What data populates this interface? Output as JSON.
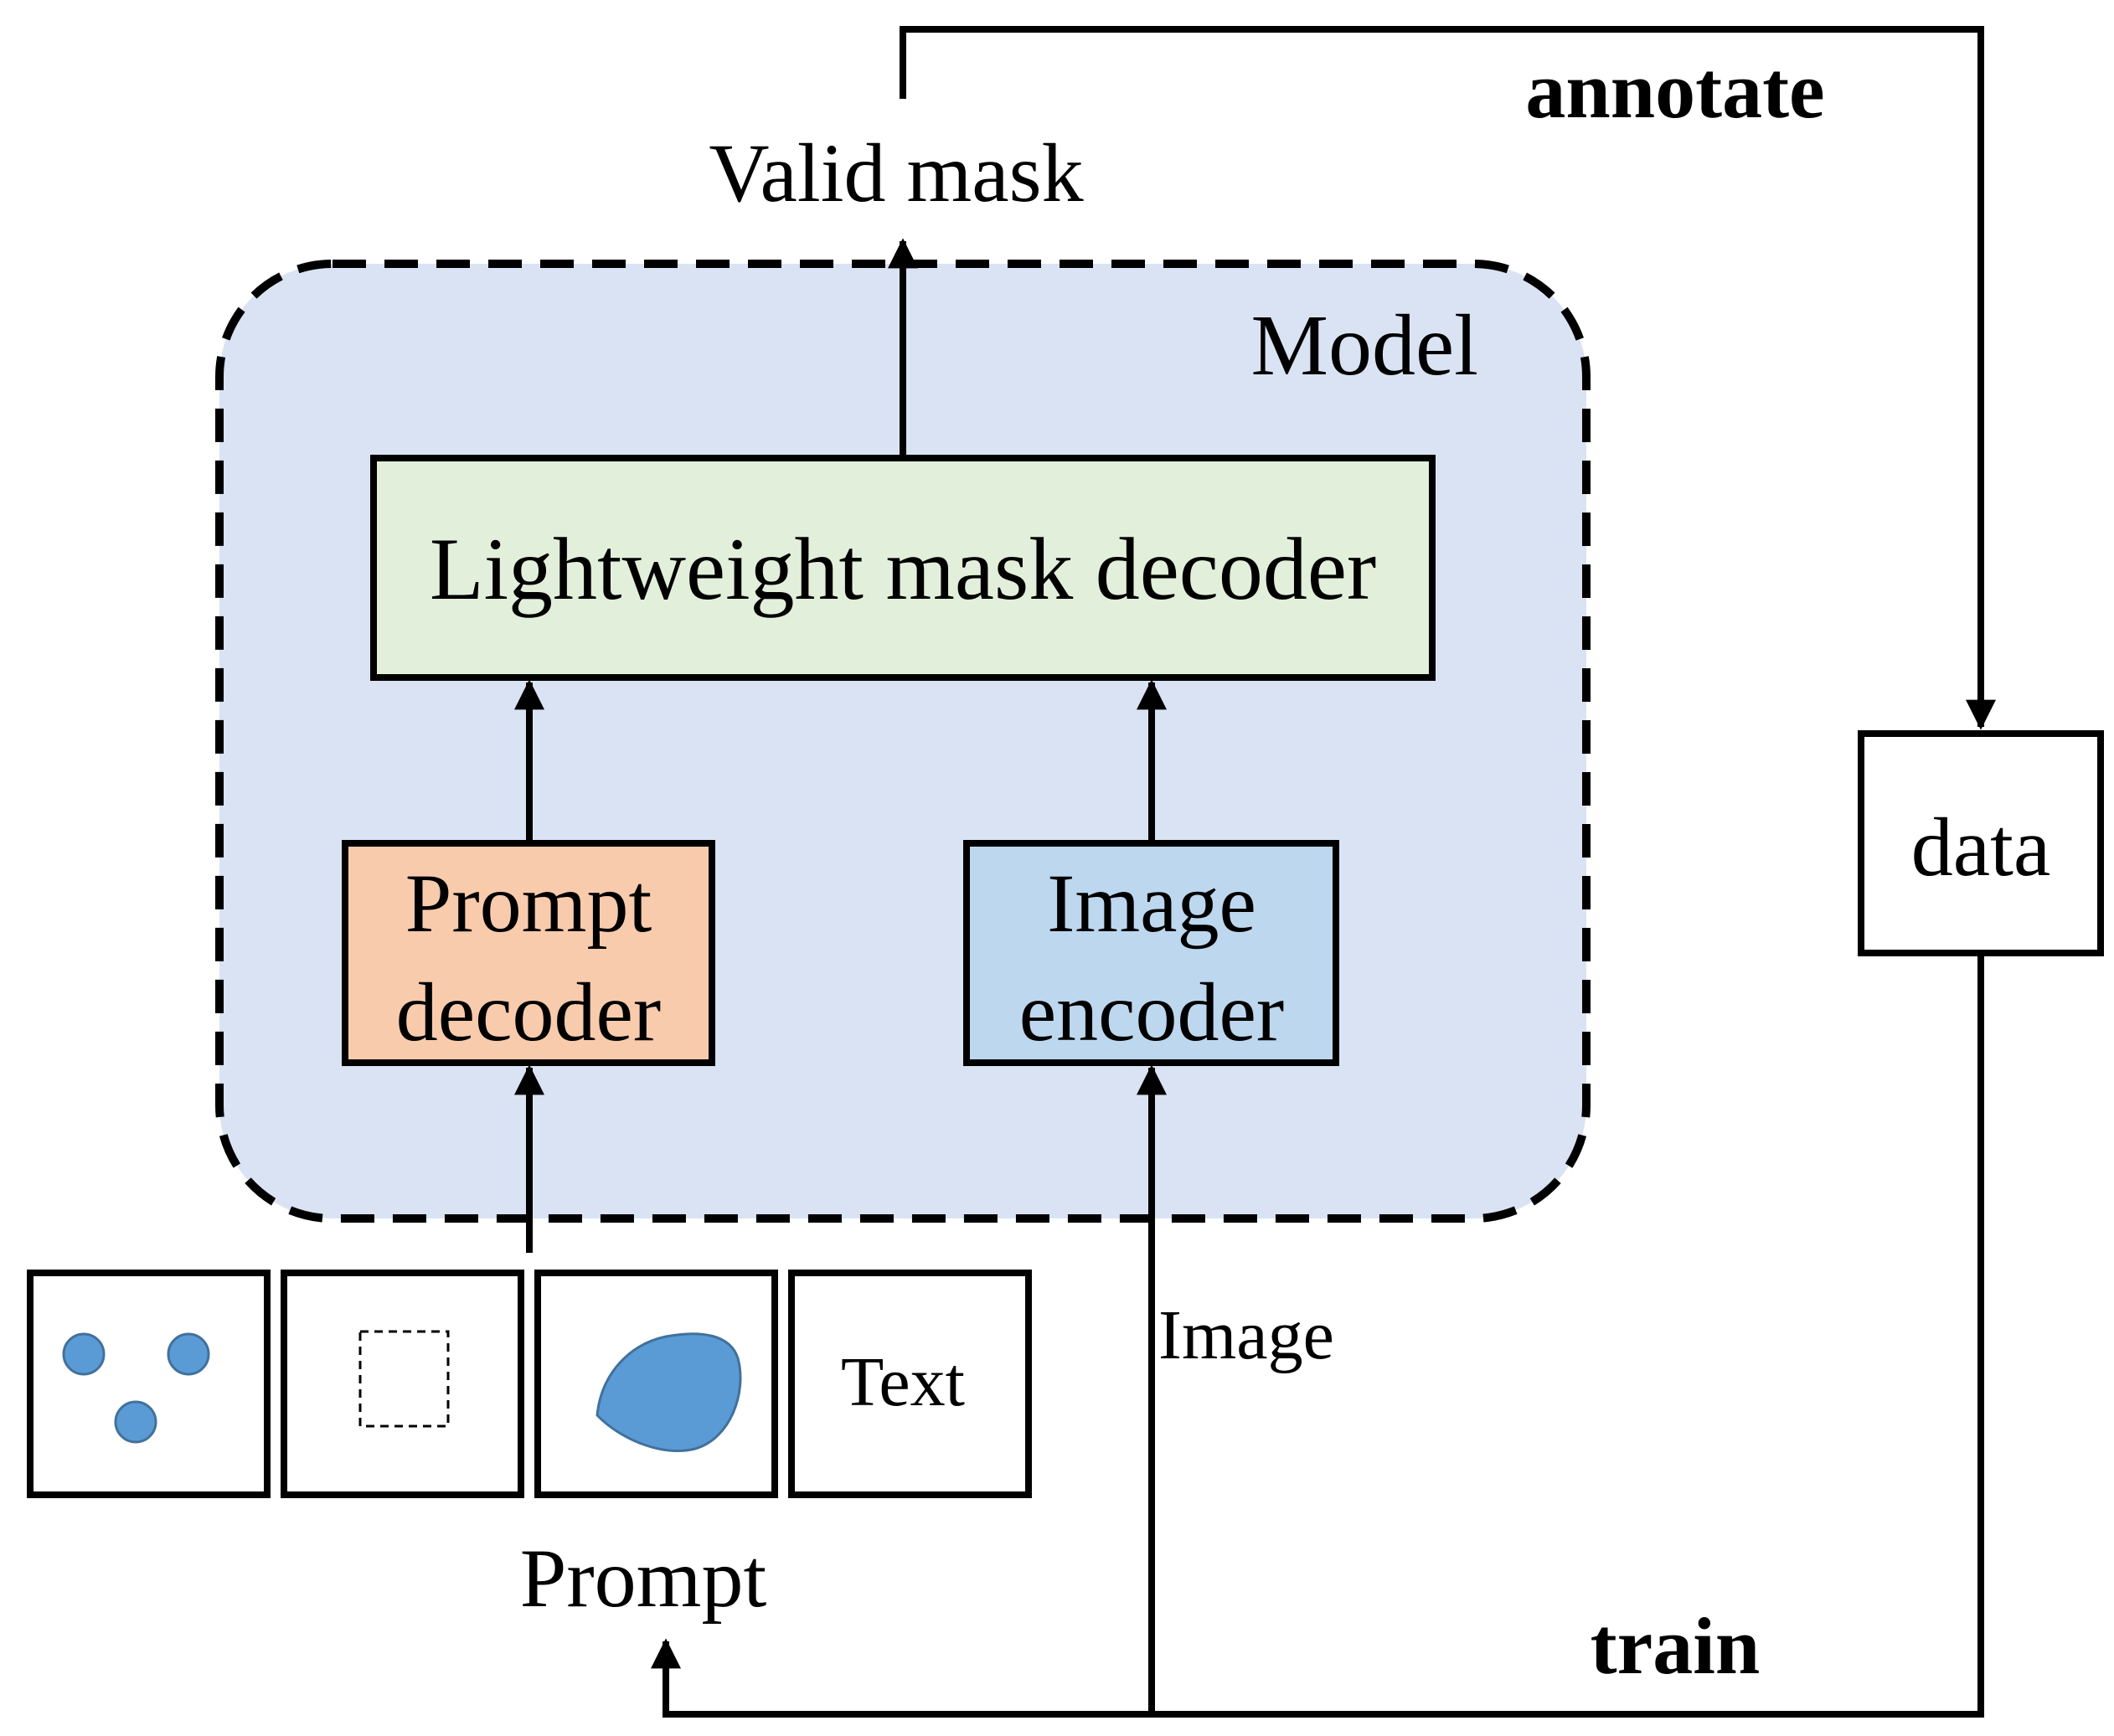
{
  "labels": {
    "output": "Valid mask",
    "annotate": "annotate",
    "model": "Model",
    "decoder": "Lightweight mask decoder",
    "prompt_decoder_line1": "Prompt",
    "prompt_decoder_line2": "decoder",
    "image_encoder_line1": "Image",
    "image_encoder_line2": "encoder",
    "data": "data",
    "image_input": "Image",
    "text_prompt": "Text",
    "prompt": "Prompt",
    "train": "train"
  },
  "colors": {
    "model_fill": "#dae3f3",
    "decoder_fill": "#e2efda",
    "prompt_decoder_fill": "#f8cbad",
    "image_encoder_fill": "#bdd7ee",
    "shape_fill": "#5b9bd5",
    "shape_stroke": "#41719c",
    "line": "#000000"
  },
  "icons": [
    "points-prompt-icon",
    "box-prompt-icon",
    "mask-prompt-icon"
  ]
}
